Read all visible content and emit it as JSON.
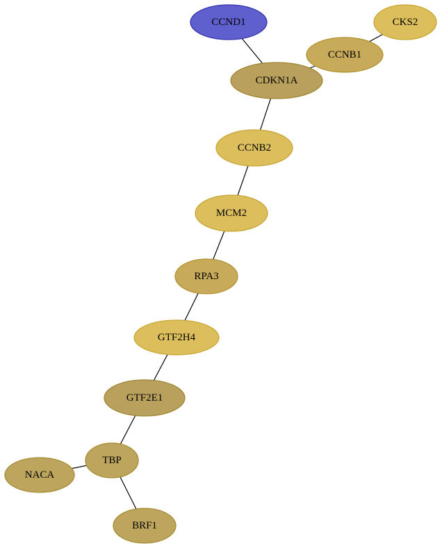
{
  "graph": {
    "nodes": [
      {
        "id": "CCND1",
        "label": "CCND1",
        "fill": "#5f5fcd",
        "stroke": "#3434ad"
      },
      {
        "id": "CKS2",
        "label": "CKS2",
        "fill": "#dcbe5d",
        "stroke": "#c9a533"
      },
      {
        "id": "CCNB1",
        "label": "CCNB1",
        "fill": "#c8aa5b",
        "stroke": "#b1932f"
      },
      {
        "id": "CDKN1A",
        "label": "CDKN1A",
        "fill": "#b9a05c",
        "stroke": "#9e8634"
      },
      {
        "id": "CCNB2",
        "label": "CCNB2",
        "fill": "#dcbe5d",
        "stroke": "#c9a533"
      },
      {
        "id": "MCM2",
        "label": "MCM2",
        "fill": "#dcbe5d",
        "stroke": "#c9a533"
      },
      {
        "id": "RPA3",
        "label": "RPA3",
        "fill": "#c8aa5b",
        "stroke": "#b1932f"
      },
      {
        "id": "GTF2H4",
        "label": "GTF2H4",
        "fill": "#dcbe5d",
        "stroke": "#c9a533"
      },
      {
        "id": "GTF2E1",
        "label": "GTF2E1",
        "fill": "#b9a05c",
        "stroke": "#9e8634"
      },
      {
        "id": "TBP",
        "label": "TBP",
        "fill": "#bda55d",
        "stroke": "#a58d34"
      },
      {
        "id": "NACA",
        "label": "NACA",
        "fill": "#bda55d",
        "stroke": "#a58d34"
      },
      {
        "id": "BRF1",
        "label": "BRF1",
        "fill": "#bda55d",
        "stroke": "#a58d34"
      }
    ],
    "edges": [
      {
        "source": "CCND1",
        "target": "CDKN1A"
      },
      {
        "source": "CKS2",
        "target": "CCNB1"
      },
      {
        "source": "CCNB1",
        "target": "CDKN1A"
      },
      {
        "source": "CDKN1A",
        "target": "CCNB2"
      },
      {
        "source": "CCNB2",
        "target": "MCM2"
      },
      {
        "source": "MCM2",
        "target": "RPA3"
      },
      {
        "source": "RPA3",
        "target": "GTF2H4"
      },
      {
        "source": "GTF2H4",
        "target": "GTF2E1"
      },
      {
        "source": "GTF2E1",
        "target": "TBP"
      },
      {
        "source": "TBP",
        "target": "NACA"
      },
      {
        "source": "TBP",
        "target": "BRF1"
      }
    ]
  }
}
